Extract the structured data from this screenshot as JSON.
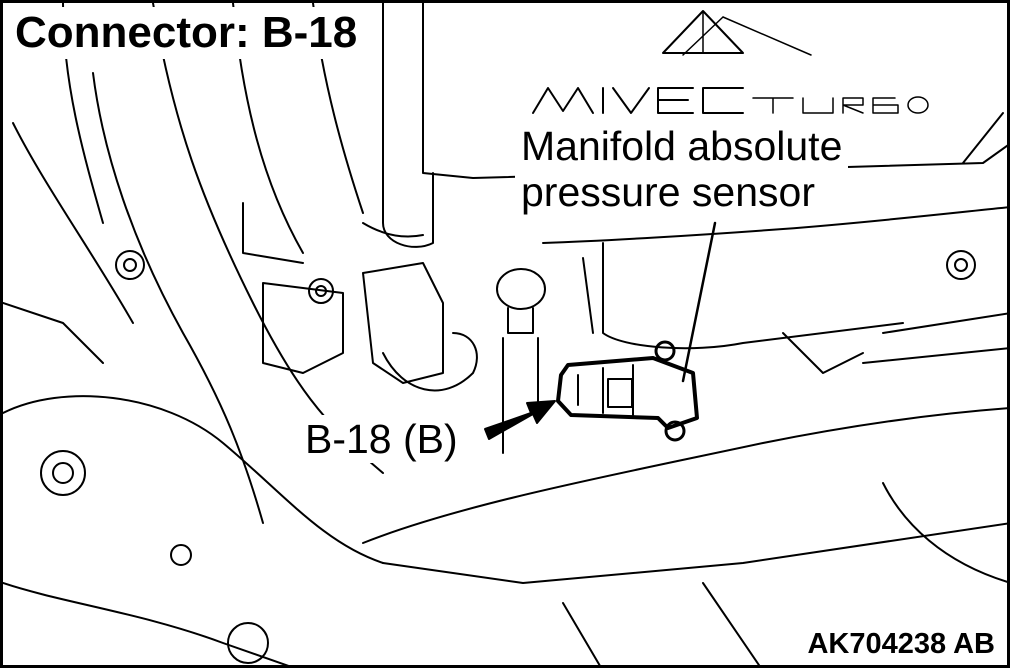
{
  "figure": {
    "title": "Connector: B-18",
    "callouts": {
      "sensor_line1": "Manifold absolute",
      "sensor_line2": "pressure sensor",
      "connector": "B-18 (B)"
    },
    "figure_id": "AK704238 AB",
    "logo_text": "MIVEC TURBO"
  },
  "colors": {
    "ink": "#000000",
    "paper": "#ffffff",
    "highlight_stroke": "#000000"
  }
}
